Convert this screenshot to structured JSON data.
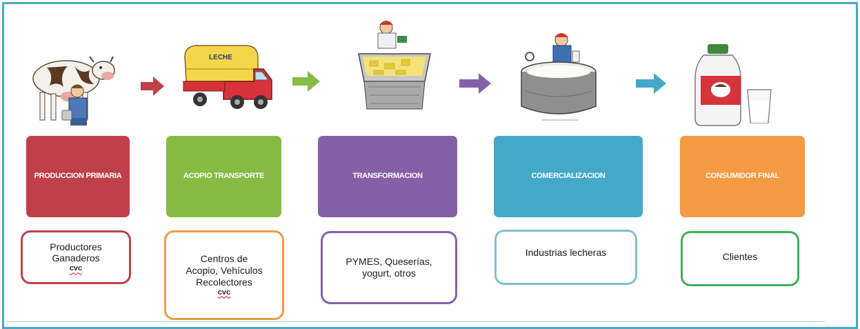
{
  "stages": [
    {
      "label": "PRODUCCION PRIMARIA",
      "color": "#c0404a"
    },
    {
      "label": "ACOPIO TRANSPORTE",
      "color": "#86bc43"
    },
    {
      "label": "TRANSFORMACION",
      "color": "#8660a6"
    },
    {
      "label": "COMERCIALIZACION",
      "color": "#44a9c9"
    },
    {
      "label": "CONSUMIDOR FINAL",
      "color": "#f39a43"
    }
  ],
  "actors": [
    {
      "lines": [
        "Productores",
        "Ganaderos"
      ],
      "note": "cvc",
      "border": "#c0404a"
    },
    {
      "lines": [
        "Centros de",
        "Acopio, Vehículos",
        "Recolectores"
      ],
      "note": "cvc",
      "border": "#f39a43"
    },
    {
      "lines": [
        "PYMES, Queserías,",
        "yogurt, otros"
      ],
      "border": "#8660a6"
    },
    {
      "lines": [
        "Industrias lecheras"
      ],
      "border": "#7fbfd3"
    },
    {
      "lines": [
        "Clientes"
      ],
      "border": "#3fae5a"
    }
  ],
  "truck_sign": "LECHE",
  "arrows": [
    {
      "color": "#c0404a"
    },
    {
      "color": "#86bc43"
    },
    {
      "color": "#8660a6"
    },
    {
      "color": "#44a9c9"
    }
  ],
  "illustrations": [
    "cow-milking",
    "milk-truck",
    "cheese-vat",
    "milk-tank",
    "milk-bottle"
  ]
}
